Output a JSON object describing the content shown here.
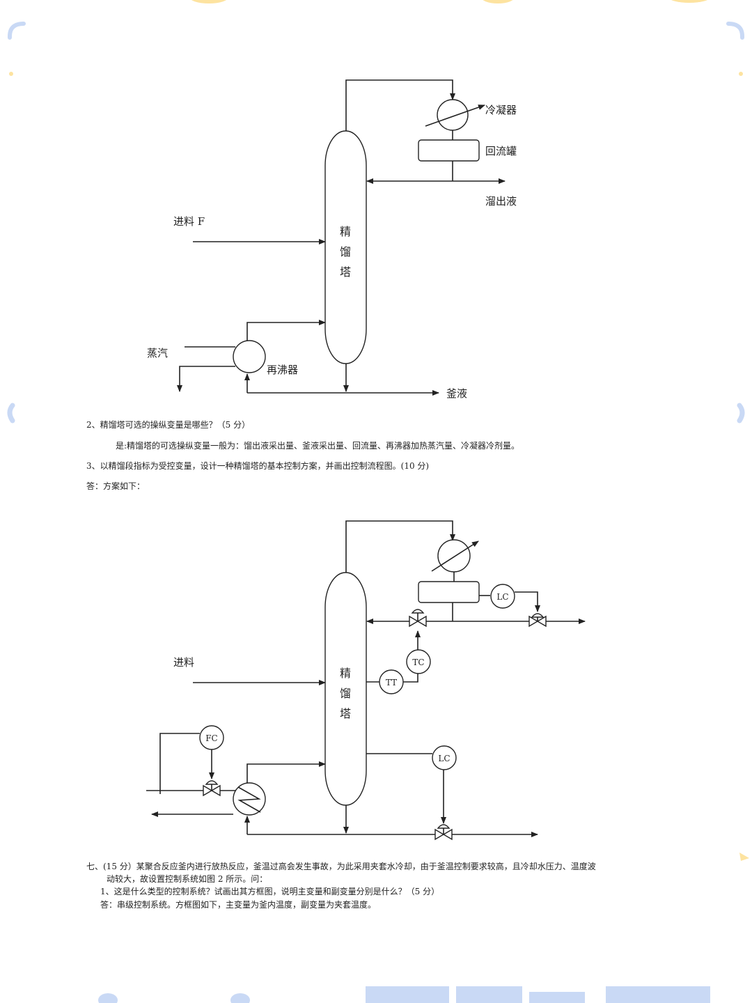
{
  "diagram1": {
    "labels": {
      "condenser": "冷凝器",
      "reflux_drum": "回流罐",
      "distillate": "溜出液",
      "feed": "进料 F",
      "column": [
        "精",
        "馏",
        "塔"
      ],
      "steam": "蒸汽",
      "reboiler": "再沸器",
      "bottoms": "釜液"
    }
  },
  "text_block_1": {
    "q2": "2、精馏塔可选的操纵变量是哪些？（5 分）",
    "a2": "是:精馏塔的可选操纵变量一般为：馏出液采出量、釜液采出量、回流量、再沸器加热蒸汽量、冷凝器冷剂量。",
    "q3": "3、以精馏段指标为受控变量，设计一种精馏塔的基本控制方案，并画出控制流程图。(10 分)",
    "a3": "答：方案如下："
  },
  "diagram2": {
    "labels": {
      "feed": "进料",
      "column": [
        "精",
        "馏",
        "塔"
      ]
    },
    "instruments": {
      "lc_top": "LC",
      "tc": "TC",
      "tt": "TT",
      "fc": "FC",
      "lc_bottom": "LC"
    }
  },
  "text_block_2": {
    "q7_line1": "七、(15 分）某聚合反应釜内进行放热反应，釜温过高会发生事故，为此采用夹套水冷却，由于釜温控制要求较高，且冷却水压力、温度波",
    "q7_line2": "动较大，故设置控制系统如图 2 所示。问：",
    "q7_sub1": "1、这是什么类型的控制系统？试画出其方框图，说明主变量和副变量分别是什么？（5 分）",
    "a7_sub1": "答：串级控制系统。方框图如下，主变量为釜内温度，副变量为夹套温度。"
  },
  "colors": {
    "decor_yellow": "#fde3a0",
    "decor_blue": "#c9d9f5",
    "ink": "#222222"
  }
}
